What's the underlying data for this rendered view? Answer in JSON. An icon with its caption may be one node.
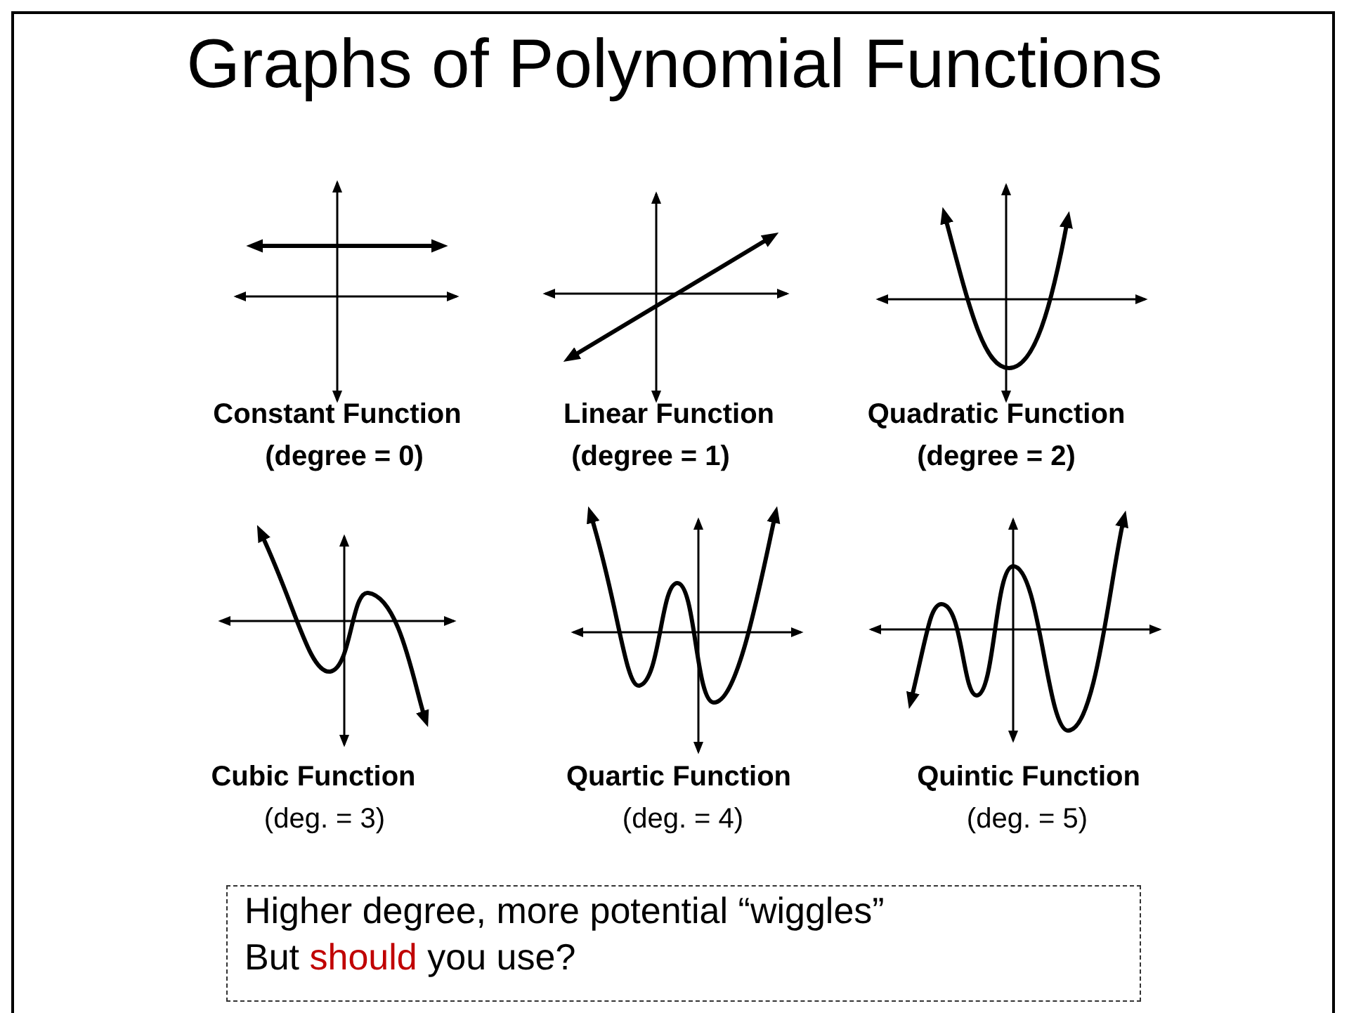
{
  "diagram": {
    "title": "Graphs of Polynomial Functions",
    "labels": [
      "Constant Function",
      "(degree = 0)",
      "Linear Function",
      "(degree = 1)",
      "Quadratic Function",
      "(degree = 2)",
      "Cubic Function",
      "(deg. = 3)",
      "Quartic Function",
      "(deg. = 4)",
      "Quintic Function",
      "(deg. = 5)",
      "Higher degree, more potential “wiggles”",
      "But should you use?"
    ]
  }
}
